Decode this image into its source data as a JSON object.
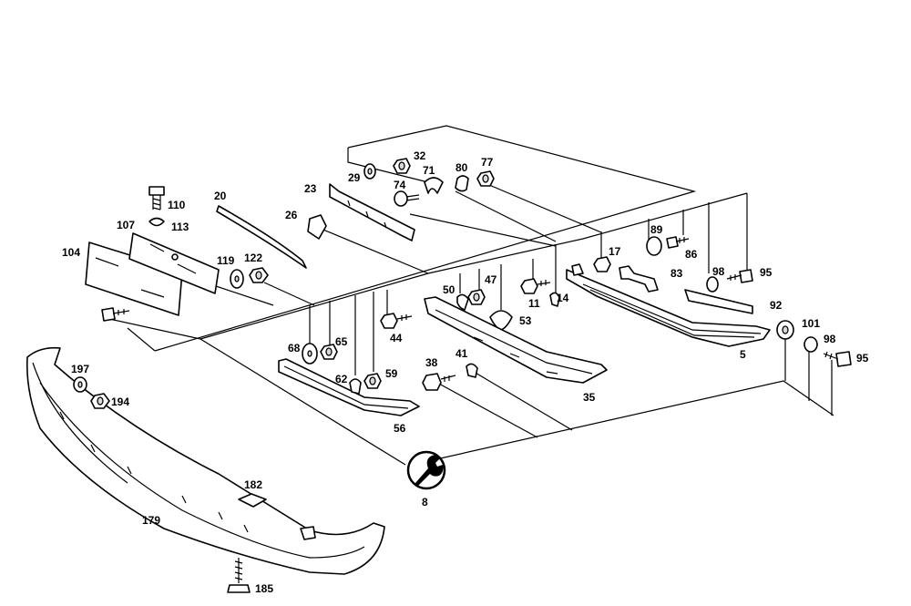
{
  "diagram": {
    "labels": {
      "p5": "5",
      "p8": "8",
      "p11": "11",
      "p14": "14",
      "p17": "17",
      "p20": "20",
      "p23": "23",
      "p26": "26",
      "p29": "29",
      "p32": "32",
      "p35": "35",
      "p38": "38",
      "p41": "41",
      "p44": "44",
      "p47": "47",
      "p50": "50",
      "p53": "53",
      "p56": "56",
      "p59": "59",
      "p62": "62",
      "p65": "65",
      "p68": "68",
      "p71": "71",
      "p74": "74",
      "p77": "77",
      "p80": "80",
      "p83": "83",
      "p86": "86",
      "p89": "89",
      "p92": "92",
      "p95a": "95",
      "p95b": "95",
      "p98a": "98",
      "p98b": "98",
      "p101": "101",
      "p104": "104",
      "p107": "107",
      "p110": "110",
      "p113": "113",
      "p119": "119",
      "p122": "122",
      "p179": "179",
      "p182": "182",
      "p185": "185",
      "p194": "194",
      "p197": "197"
    },
    "icons": [
      "wrench-icon"
    ]
  }
}
